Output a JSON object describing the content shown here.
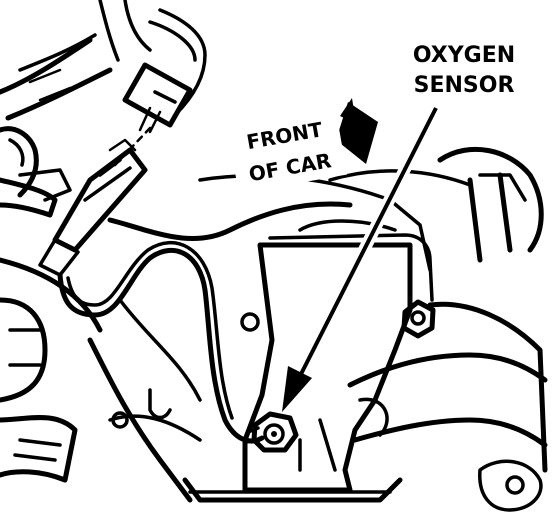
{
  "labels": {
    "oxygen_line1": "OXYGEN",
    "oxygen_line2": "SENSOR",
    "front_line1": "FRONT",
    "front_line2": "OF CAR"
  },
  "colors": {
    "ink": "#000000",
    "paper": "#ffffff"
  },
  "icons": {
    "direction": "front-direction-arrow-icon",
    "pointer": "leader-arrow-icon"
  }
}
